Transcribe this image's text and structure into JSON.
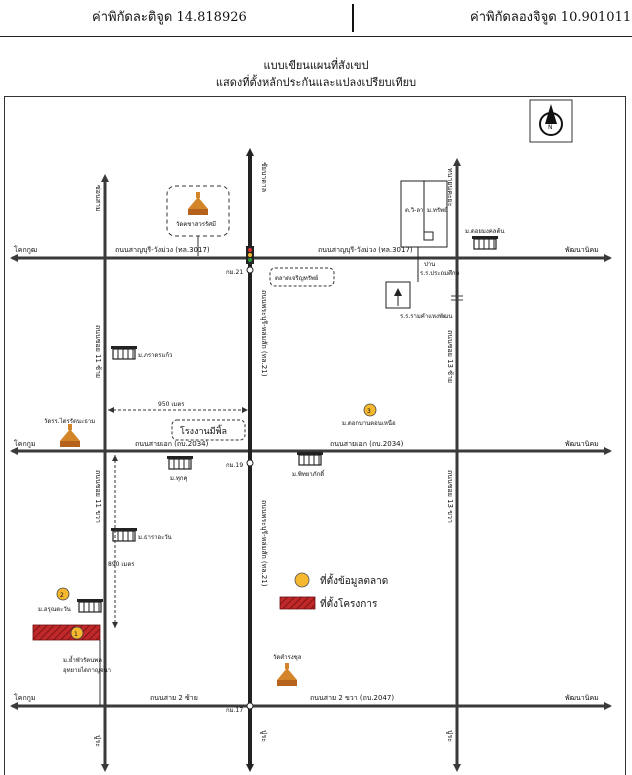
{
  "header": {
    "latitude": "ค่าพิกัดละติจูด 14.818926",
    "longitude": "ค่าพิกัดลองจิจูด 10.901011"
  },
  "titles": {
    "line1": "แบบเขียนแผนที่สังเขป",
    "line2": "แสดงที่ตั้งหลักประกันและแปลงเปรียบเทียบ"
  },
  "compass": {
    "label": "N"
  },
  "roads": {
    "h1_left": "โคกกูฒ",
    "h1_name_left": "ถนนสาญบุรี-วังม่วง (ทล.3017)",
    "h1_name_right": "ถนนสาญบุรี-วังม่วง (ทล.3017)",
    "h1_right": "พัฒนานิคม",
    "h2_left": "โคกกูม",
    "h2_name_left": "ถนนสายเอก (ถบ.2034)",
    "h2_name_right": "ถนนสายเอก (ถบ.2034)",
    "h2_right": "พัฒนานิคม",
    "h3_left": "โคกกูม",
    "h3_name_left": "ถนนสาย 2 ซ้าย",
    "h3_name_right": "ถนนสาย 2 ขวา (ถบ.2047)",
    "h3_right": "พัฒนานิคม",
    "v_main_top": "ชัยบาดาล",
    "v_main_mid": "ถนนพระบุรี-หล่มสัก (ทล.21)",
    "v_main_bottom": "ถนนพระบุรี-หล่มสัก (ทล.21)",
    "v_main_end": "ปู่ระ",
    "v_left_top": "ซ่อนสาม",
    "v_left_mid": "ถนนซอย 11 ซ้าย",
    "v_left_low": "ถนนซอย 11 ขวา",
    "v_left_end": "ปู่ระ",
    "v_right_top": "ทนายนคะยะ",
    "v_right_mid": "ถนนซอย 13 ซ้าย",
    "v_right_low": "ถนนซอย 13 ขวา",
    "v_right_end": "ปู่ระ"
  },
  "km_markers": {
    "k1": "กม.21",
    "k2": "กม.19",
    "k3": "กม.17"
  },
  "places": {
    "temple_top": "วัดคชาสวรรัศมี",
    "market": "ตลาดเจริญทรัพย์",
    "school_block_a": "ต.วิ-ลา",
    "school_block_b": "ม.ทรัพย์",
    "school_block_c": "ปาน",
    "school_note": "ร.ร.ประถมศึกษ",
    "school_name": "ร.ร.รามคำแหงพัฒน",
    "village_top_right": "ม.ดอยมงคลต้น",
    "village_left1": "ม.ภราดรแก้ว",
    "temple_left": "วัดรร.ไตรรัตนะธาม",
    "village_right_mid": "ม.ดอกบานตอนเหนือ",
    "village_mid1": "ม.ทุกคุ",
    "village_mid2": "ม.พิทยาภักดิ์",
    "village_left2": "ม.ธาราอะวัน",
    "village_left3": "ม.อรุณตะวัน",
    "subject_note_a": "ม.ย้ำพัวรัตนพล",
    "subject_note_b": "อุทยายไดกาญจนา",
    "temple_bottom": "วัดตำรงชุล"
  },
  "factory_label": "โรงงานมีพิ้ล",
  "distances": {
    "d1": "950 เมตร",
    "d2": "890 เมตร"
  },
  "markers": {
    "m1": "1",
    "m2": "2",
    "m3": "3"
  },
  "legend": {
    "comparable": "ที่ตั้งข้อมูลตลาด",
    "project": "ที่ตั้งโครงการ"
  },
  "colors": {
    "road": "#3a3a3a",
    "comparable": "#f5b82e",
    "project": "#c0282a",
    "temple": "#d4852a"
  }
}
